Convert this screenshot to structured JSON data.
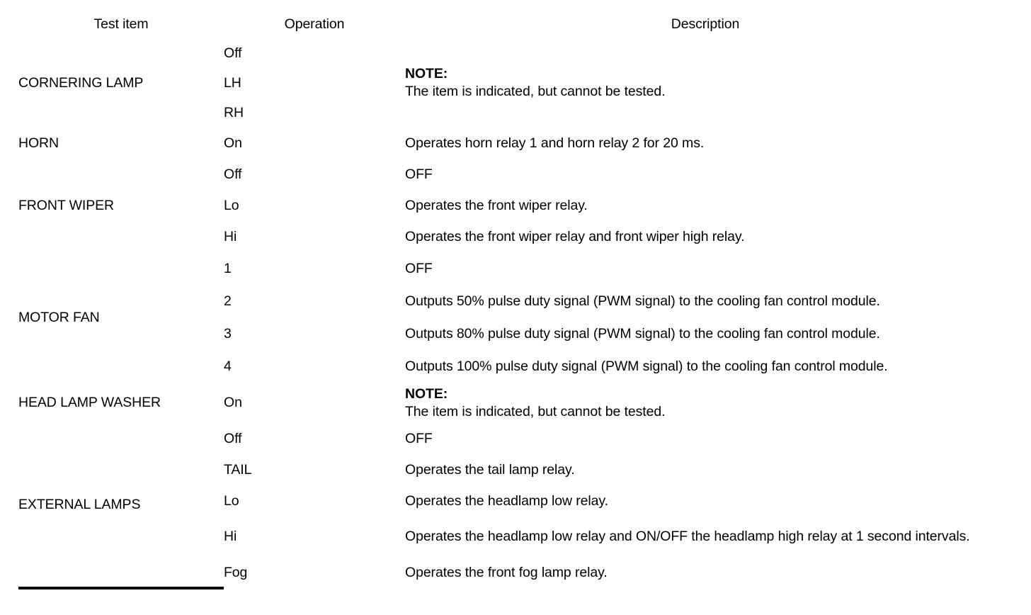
{
  "table": {
    "headers": {
      "test_item": "Test item",
      "operation": "Operation",
      "description": "Description"
    },
    "note_label": "NOTE:",
    "note_text": "The item is indicated, but cannot be tested.",
    "sections": [
      {
        "test_item": "CORNERING LAMP",
        "operations": [
          "Off",
          "LH",
          "RH"
        ],
        "description_merged": true,
        "description_note_label": "NOTE:",
        "description_note_text": "The item is indicated, but cannot be tested."
      },
      {
        "test_item": "HORN",
        "operations": [
          "On"
        ],
        "descriptions": [
          "Operates horn relay 1 and horn relay 2 for 20 ms."
        ]
      },
      {
        "test_item": "FRONT WIPER",
        "operations": [
          "Off",
          "Lo",
          "Hi"
        ],
        "descriptions": [
          "OFF",
          "Operates the front wiper relay.",
          "Operates the front wiper relay and front wiper high relay."
        ]
      },
      {
        "test_item": "MOTOR FAN",
        "operations": [
          "1",
          "2",
          "3",
          "4"
        ],
        "descriptions": [
          "OFF",
          "Outputs 50% pulse duty signal (PWM signal) to the cooling fan control module.",
          "Outputs 80% pulse duty signal (PWM signal) to the cooling fan control module.",
          "Outputs 100% pulse duty signal (PWM signal) to the cooling fan control module."
        ]
      },
      {
        "test_item": "HEAD LAMP WASHER",
        "operations": [
          "On"
        ],
        "description_merged": true,
        "description_note_label": "NOTE:",
        "description_note_text": "The item is indicated, but cannot be tested."
      },
      {
        "test_item": "EXTERNAL LAMPS",
        "operations": [
          "Off",
          "TAIL",
          "Lo",
          "Hi",
          "Fog"
        ],
        "descriptions": [
          "OFF",
          "Operates the tail lamp relay.",
          "Operates the headlamp low relay.",
          "Operates the headlamp low relay and ON/OFF the headlamp high relay at 1 second intervals.",
          "Operates the front fog lamp relay."
        ]
      }
    ]
  }
}
